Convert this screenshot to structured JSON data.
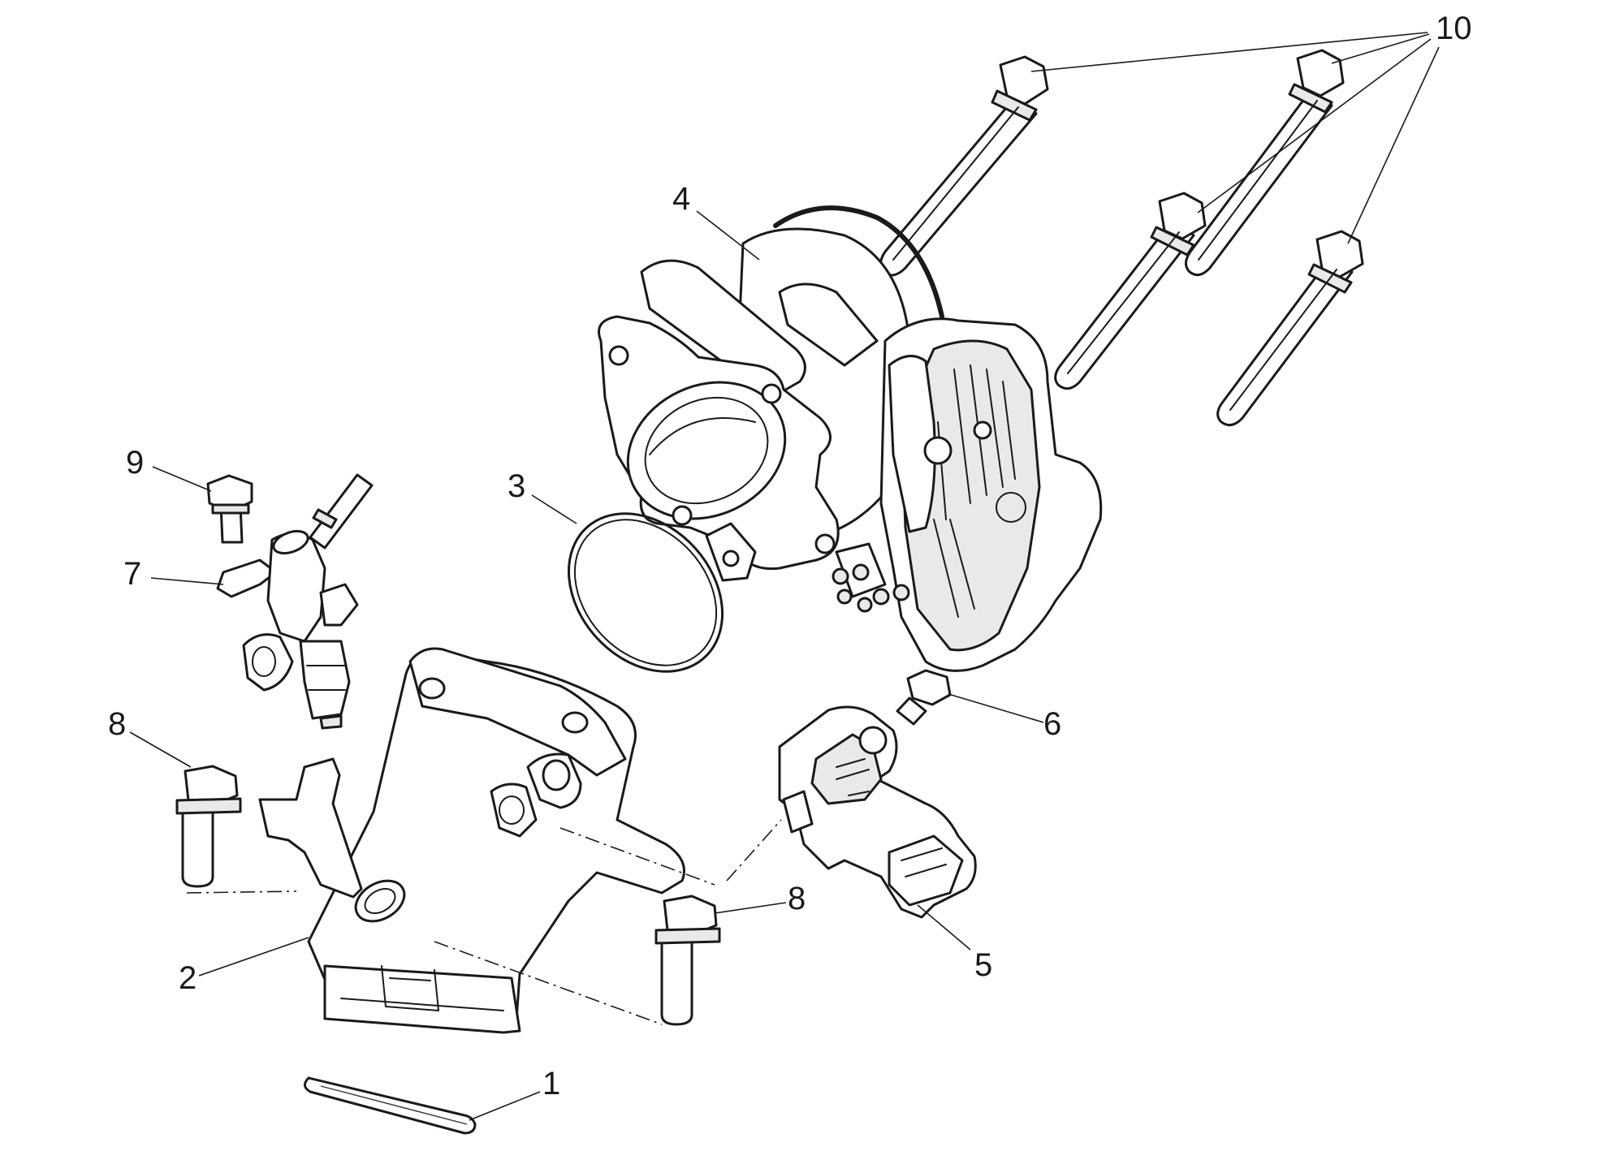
{
  "callouts": [
    {
      "id": "1",
      "text": "1"
    },
    {
      "id": "2",
      "text": "2"
    },
    {
      "id": "3",
      "text": "3"
    },
    {
      "id": "4",
      "text": "4"
    },
    {
      "id": "5",
      "text": "5"
    },
    {
      "id": "6",
      "text": "6"
    },
    {
      "id": "7",
      "text": "7"
    },
    {
      "id": "8a",
      "text": "8"
    },
    {
      "id": "8b",
      "text": "8"
    },
    {
      "id": "9",
      "text": "9"
    },
    {
      "id": "10",
      "text": "10"
    }
  ],
  "colors": {
    "line": "#1a1a1a",
    "background": "#ffffff",
    "shade": "#e9e9e9"
  }
}
